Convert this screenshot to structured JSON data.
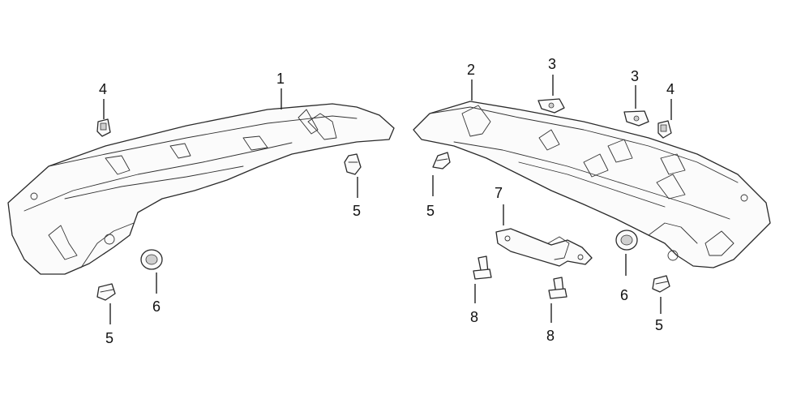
{
  "callouts": [
    {
      "id": "c1",
      "label": "1"
    },
    {
      "id": "c2",
      "label": "2"
    },
    {
      "id": "c3a",
      "label": "3"
    },
    {
      "id": "c3b",
      "label": "3"
    },
    {
      "id": "c4a",
      "label": "4"
    },
    {
      "id": "c4b",
      "label": "4"
    },
    {
      "id": "c5a",
      "label": "5"
    },
    {
      "id": "c5b",
      "label": "5"
    },
    {
      "id": "c5c",
      "label": "5"
    },
    {
      "id": "c5d",
      "label": "5"
    },
    {
      "id": "c6a",
      "label": "6"
    },
    {
      "id": "c6b",
      "label": "6"
    },
    {
      "id": "c7",
      "label": "7"
    },
    {
      "id": "c8a",
      "label": "8"
    },
    {
      "id": "c8b",
      "label": "8"
    }
  ]
}
